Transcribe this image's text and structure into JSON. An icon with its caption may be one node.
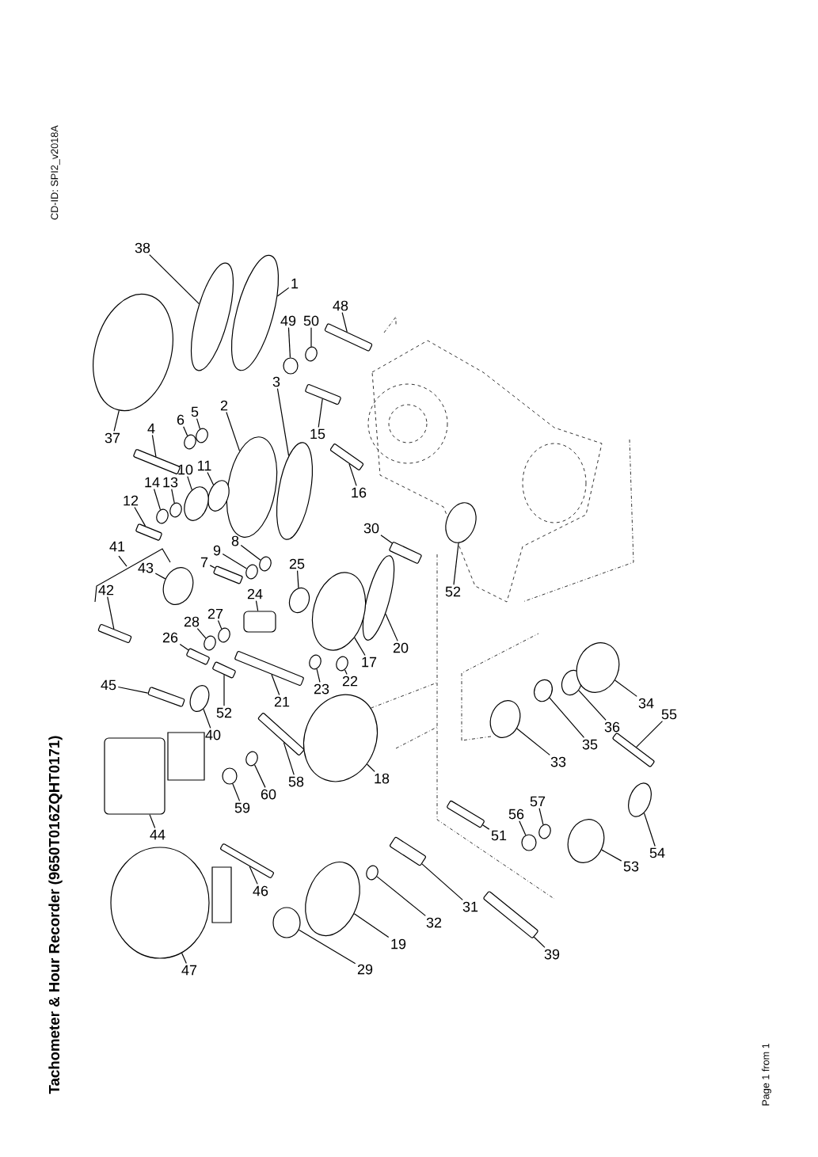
{
  "diagram": {
    "title": "Tachometer & Hour Recorder (9650T016ZQHT0171)",
    "nodes": [
      {
        "text": [
          "38"
        ]
      },
      {
        "text": [
          "1"
        ]
      },
      {
        "text": [
          "48"
        ]
      },
      {
        "text": [
          "49"
        ]
      },
      {
        "text": [
          "50"
        ]
      },
      {
        "text": [
          "3"
        ]
      },
      {
        "text": [
          "2"
        ]
      },
      {
        "text": [
          "5"
        ]
      },
      {
        "text": [
          "6"
        ]
      },
      {
        "text": [
          "4"
        ]
      },
      {
        "text": [
          "15"
        ]
      },
      {
        "text": [
          "37"
        ]
      },
      {
        "text": [
          "11"
        ]
      },
      {
        "text": [
          "10"
        ]
      },
      {
        "text": [
          "14"
        ]
      },
      {
        "text": [
          "13"
        ]
      },
      {
        "text": [
          "16"
        ]
      },
      {
        "text": [
          "12"
        ]
      },
      {
        "text": [
          "30"
        ]
      },
      {
        "text": [
          "41"
        ]
      },
      {
        "text": [
          "8"
        ]
      },
      {
        "text": [
          "9"
        ]
      },
      {
        "text": [
          "7"
        ]
      },
      {
        "text": [
          "25"
        ]
      },
      {
        "text": [
          "43"
        ]
      },
      {
        "text": [
          "42"
        ]
      },
      {
        "text": [
          "52"
        ]
      },
      {
        "text": [
          "24"
        ]
      },
      {
        "text": [
          "27"
        ]
      },
      {
        "text": [
          "28"
        ]
      },
      {
        "text": [
          "26"
        ]
      },
      {
        "text": [
          "20"
        ]
      },
      {
        "text": [
          "17"
        ]
      },
      {
        "text": [
          "22"
        ]
      },
      {
        "text": [
          "23"
        ]
      },
      {
        "text": [
          "45"
        ]
      },
      {
        "text": [
          "21"
        ]
      },
      {
        "text": [
          "52"
        ]
      },
      {
        "text": [
          "40"
        ]
      },
      {
        "text": [
          "18"
        ]
      },
      {
        "text": [
          "58"
        ]
      },
      {
        "text": [
          "60"
        ]
      },
      {
        "text": [
          "59"
        ]
      },
      {
        "text": [
          "33"
        ]
      },
      {
        "text": [
          "35"
        ]
      },
      {
        "text": [
          "36"
        ]
      },
      {
        "text": [
          "34"
        ]
      },
      {
        "text": [
          "55"
        ]
      },
      {
        "text": [
          "44"
        ]
      },
      {
        "text": [
          "51"
        ]
      },
      {
        "text": [
          "57"
        ]
      },
      {
        "text": [
          "56"
        ]
      },
      {
        "text": [
          "54"
        ]
      },
      {
        "text": [
          "53"
        ]
      },
      {
        "text": [
          "46"
        ]
      },
      {
        "text": [
          "31"
        ]
      },
      {
        "text": [
          "32"
        ]
      },
      {
        "text": [
          "19"
        ]
      },
      {
        "text": [
          "39"
        ]
      },
      {
        "text": [
          "47"
        ]
      },
      {
        "text": [
          "29"
        ]
      },
      {
        "text": [],
        "shape": "circle"
      },
      {
        "text": [],
        "shape": "circle"
      },
      {
        "text": [],
        "shape": "bar"
      },
      {
        "text": [],
        "shape": "circle"
      },
      {
        "text": [],
        "shape": "circle"
      },
      {
        "text": [],
        "shape": "circle"
      },
      {
        "text": [],
        "shape": "circle"
      },
      {
        "text": [],
        "shape": "circle"
      },
      {
        "text": [],
        "shape": "circle"
      },
      {
        "text": [],
        "shape": "bar"
      },
      {
        "text": [],
        "shape": "bar"
      },
      {
        "text": [],
        "shape": "circle"
      },
      {
        "text": [],
        "shape": "circle"
      },
      {
        "text": [],
        "shape": "circle"
      },
      {
        "text": [],
        "shape": "circle"
      },
      {
        "text": [],
        "shape": "circle"
      },
      {
        "text": [],
        "shape": "bar"
      },
      {
        "text": [],
        "shape": "bar"
      },
      {
        "text": [],
        "shape": "bar"
      },
      {
        "text": [],
        "shape": "circle"
      },
      {
        "text": [],
        "shape": "circle"
      },
      {
        "text": [],
        "shape": "bar"
      },
      {
        "text": [],
        "shape": "circle"
      },
      {
        "text": [],
        "shape": "circle"
      },
      {
        "text": [],
        "shape": "bar"
      },
      {
        "text": [],
        "shape": "circle"
      },
      {
        "text": [],
        "shape": "box"
      },
      {
        "text": [],
        "shape": "circle"
      },
      {
        "text": [],
        "shape": "circle"
      },
      {
        "text": [],
        "shape": "bar"
      },
      {
        "text": [],
        "shape": "circle"
      },
      {
        "text": [],
        "shape": "circle"
      },
      {
        "text": [],
        "shape": "circle"
      },
      {
        "text": [],
        "shape": "circle"
      },
      {
        "text": [],
        "shape": "bar"
      },
      {
        "text": [],
        "shape": "bar"
      },
      {
        "text": [],
        "shape": "bar"
      },
      {
        "text": [],
        "shape": "circle"
      },
      {
        "text": [],
        "shape": "circle"
      },
      {
        "text": [],
        "shape": "bar"
      },
      {
        "text": [],
        "shape": "circle"
      },
      {
        "text": [],
        "shape": "circle"
      },
      {
        "text": [],
        "shape": "circle"
      },
      {
        "text": [],
        "shape": "circle"
      },
      {
        "text": [],
        "shape": "circle"
      },
      {
        "text": [],
        "shape": "circle"
      },
      {
        "text": [],
        "shape": "bar"
      },
      {
        "text": [],
        "shape": "box"
      },
      {
        "text": [],
        "shape": "bar"
      },
      {
        "text": [],
        "shape": "circle"
      },
      {
        "text": [],
        "shape": "circle"
      },
      {
        "text": [],
        "shape": "circle"
      },
      {
        "text": [],
        "shape": "circle"
      },
      {
        "text": [],
        "shape": "bar"
      },
      {
        "text": [],
        "shape": "bar"
      },
      {
        "text": [],
        "shape": "circle"
      },
      {
        "text": [],
        "shape": "circle"
      },
      {
        "text": [],
        "shape": "bar"
      },
      {
        "text": [],
        "shape": "circle"
      },
      {
        "text": [],
        "shape": "circle"
      }
    ],
    "edges": [
      {
        "from": 0,
        "to": 61,
        "arrow": "none"
      },
      {
        "from": 1,
        "to": 62,
        "arrow": "none"
      },
      {
        "from": 2,
        "to": 63,
        "arrow": "none"
      },
      {
        "from": 3,
        "to": 64,
        "arrow": "none"
      },
      {
        "from": 4,
        "to": 65,
        "arrow": "none"
      },
      {
        "from": 5,
        "to": 66,
        "arrow": "none"
      },
      {
        "from": 6,
        "to": 67,
        "arrow": "none"
      },
      {
        "from": 7,
        "to": 68,
        "arrow": "none"
      },
      {
        "from": 8,
        "to": 69,
        "arrow": "none"
      },
      {
        "from": 9,
        "to": 70,
        "arrow": "none"
      },
      {
        "from": 10,
        "to": 71,
        "arrow": "none"
      },
      {
        "from": 11,
        "to": 72,
        "arrow": "none"
      },
      {
        "from": 12,
        "to": 73,
        "arrow": "none"
      },
      {
        "from": 13,
        "to": 74,
        "arrow": "none"
      },
      {
        "from": 14,
        "to": 75,
        "arrow": "none"
      },
      {
        "from": 15,
        "to": 76,
        "arrow": "none"
      },
      {
        "from": 16,
        "to": 77,
        "arrow": "none"
      },
      {
        "from": 17,
        "to": 78,
        "arrow": "none"
      },
      {
        "from": 18,
        "to": 79,
        "arrow": "none"
      },
      {
        "from": 20,
        "to": 80,
        "arrow": "none"
      },
      {
        "from": 21,
        "to": 81,
        "arrow": "none"
      },
      {
        "from": 22,
        "to": 82,
        "arrow": "none"
      },
      {
        "from": 23,
        "to": 83,
        "arrow": "none"
      },
      {
        "from": 24,
        "to": 84,
        "arrow": "none"
      },
      {
        "from": 25,
        "to": 85,
        "arrow": "none"
      },
      {
        "from": 26,
        "to": 86,
        "arrow": "none"
      },
      {
        "from": 27,
        "to": 87,
        "arrow": "none"
      },
      {
        "from": 28,
        "to": 88,
        "arrow": "none"
      },
      {
        "from": 29,
        "to": 89,
        "arrow": "none"
      },
      {
        "from": 30,
        "to": 90,
        "arrow": "none"
      },
      {
        "from": 31,
        "to": 91,
        "arrow": "none"
      },
      {
        "from": 32,
        "to": 92,
        "arrow": "none"
      },
      {
        "from": 33,
        "to": 93,
        "arrow": "none"
      },
      {
        "from": 34,
        "to": 94,
        "arrow": "none"
      },
      {
        "from": 35,
        "to": 95,
        "arrow": "none"
      },
      {
        "from": 36,
        "to": 96,
        "arrow": "none"
      },
      {
        "from": 37,
        "to": 97,
        "arrow": "none"
      },
      {
        "from": 38,
        "to": 98,
        "arrow": "none"
      },
      {
        "from": 39,
        "to": 99,
        "arrow": "none"
      },
      {
        "from": 40,
        "to": 100,
        "arrow": "none"
      },
      {
        "from": 41,
        "to": 101,
        "arrow": "none"
      },
      {
        "from": 42,
        "to": 102,
        "arrow": "none"
      },
      {
        "from": 43,
        "to": 103,
        "arrow": "none"
      },
      {
        "from": 44,
        "to": 104,
        "arrow": "none"
      },
      {
        "from": 45,
        "to": 105,
        "arrow": "none"
      },
      {
        "from": 46,
        "to": 106,
        "arrow": "none"
      },
      {
        "from": 47,
        "to": 107,
        "arrow": "none"
      },
      {
        "from": 48,
        "to": 108,
        "arrow": "none"
      },
      {
        "from": 49,
        "to": 109,
        "arrow": "none"
      },
      {
        "from": 50,
        "to": 110,
        "arrow": "none"
      },
      {
        "from": 51,
        "to": 111,
        "arrow": "none"
      },
      {
        "from": 52,
        "to": 112,
        "arrow": "none"
      },
      {
        "from": 53,
        "to": 113,
        "arrow": "none"
      },
      {
        "from": 54,
        "to": 114,
        "arrow": "none"
      },
      {
        "from": 55,
        "to": 115,
        "arrow": "none"
      },
      {
        "from": 56,
        "to": 116,
        "arrow": "none"
      },
      {
        "from": 57,
        "to": 117,
        "arrow": "none"
      },
      {
        "from": 58,
        "to": 118,
        "arrow": "none"
      },
      {
        "from": 59,
        "to": 119,
        "arrow": "none"
      },
      {
        "from": 60,
        "to": 120,
        "arrow": "none"
      }
    ],
    "labels": [
      "CD-ID: SPI2_v2018A",
      "Page 1 from 1"
    ]
  }
}
